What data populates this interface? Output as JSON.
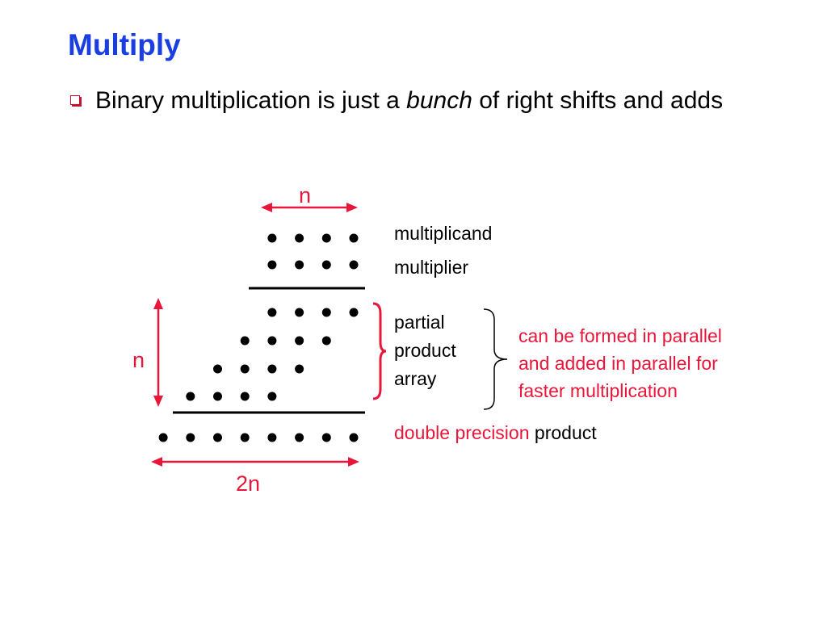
{
  "slide": {
    "title": "Multiply",
    "bullet": {
      "text_before": "Binary multiplication is just a ",
      "emphasis": "bunch",
      "text_after": " of right shifts and adds"
    }
  },
  "diagram": {
    "top_width_label": "n",
    "side_height_label": "n",
    "bottom_width_label": "2n",
    "labels": {
      "multiplicand": "multiplicand",
      "multiplier": "multiplier",
      "partial_1": "partial",
      "partial_2": "product",
      "partial_3": "array",
      "note_1": "can be formed in parallel",
      "note_2": "and added in parallel for",
      "note_3": "faster multiplication",
      "product_red": "double precision",
      "product_black": " product"
    },
    "rows": [
      {
        "name": "multiplicand-row",
        "dots": 4,
        "shift": 0
      },
      {
        "name": "multiplier-row",
        "dots": 4,
        "shift": 0
      },
      {
        "name": "partial-product-row-1",
        "dots": 4,
        "shift": 0
      },
      {
        "name": "partial-product-row-2",
        "dots": 4,
        "shift": 1
      },
      {
        "name": "partial-product-row-3",
        "dots": 4,
        "shift": 2
      },
      {
        "name": "partial-product-row-4",
        "dots": 4,
        "shift": 3
      },
      {
        "name": "product-row",
        "dots": 8,
        "shift": 0
      }
    ],
    "colors": {
      "title": "#1a3ee0",
      "accent": "#e8173a",
      "bullet": "#c8102e"
    }
  }
}
